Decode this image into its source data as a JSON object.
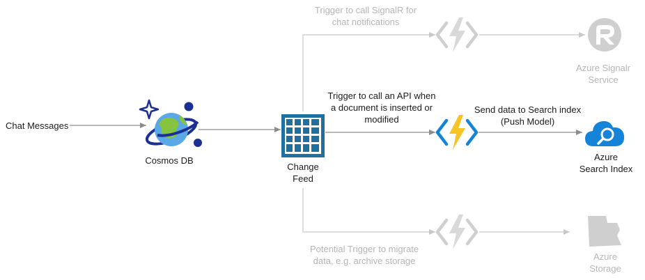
{
  "colors": {
    "active_line": "#8c8c8c",
    "dim_line": "#c8c8c8",
    "dim_text": "#b5b5b5",
    "text": "#1a1a1a",
    "change_feed": "#1f6fa0",
    "azure_blue": "#1583d7",
    "function_bolt": "#f7c325",
    "cosmos_navy": "#1c2f93",
    "cosmos_blue": "#5ba8e6",
    "cosmos_green": "#86c440"
  },
  "labels": {
    "chat_messages": "Chat Messages",
    "cosmos_db": "Cosmos DB",
    "change_feed_1": "Change",
    "change_feed_2": "Feed",
    "signalr_trigger_1": "Trigger to call SignalR for",
    "signalr_trigger_2": "chat notifications",
    "api_trigger_1": "Trigger to call an API when",
    "api_trigger_2": "a document is inserted or",
    "api_trigger_3": "modified",
    "send_data_1": "Send data to Search index",
    "send_data_2": "(Push Model)",
    "signalr_service_1": "Azure Signalr",
    "signalr_service_2": "Service",
    "search_index_1": "Azure",
    "search_index_2": "Search Index",
    "migrate_trigger_1": "Potential Trigger to migrate",
    "migrate_trigger_2": "data, e.g. archive storage",
    "storage_1": "Azure",
    "storage_2": "Storage"
  },
  "icons": {
    "cosmos": "cosmos-db-icon",
    "change_feed": "change-feed-grid-icon",
    "function": "azure-function-icon",
    "signalr": "signalr-icon",
    "search": "azure-search-icon",
    "storage": "azure-storage-icon"
  }
}
